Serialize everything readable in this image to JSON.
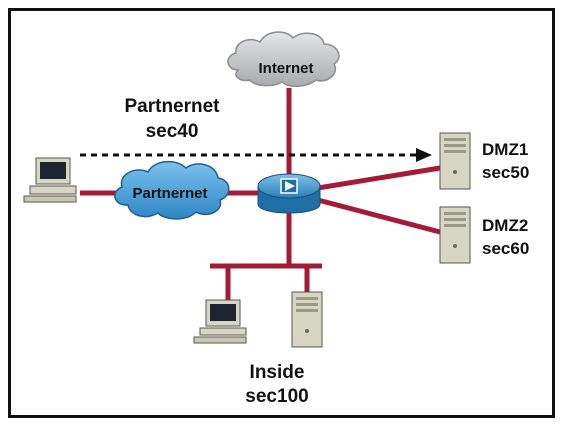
{
  "nodes": {
    "internet_cloud": {
      "label": "Internet"
    },
    "partnernet_cloud": {
      "label": "Partnernet"
    },
    "partnernet_zone": {
      "name": "Partnernet",
      "security": "sec40"
    },
    "dmz1": {
      "name": "DMZ1",
      "security": "sec50"
    },
    "dmz2": {
      "name": "DMZ2",
      "security": "sec60"
    },
    "inside": {
      "name": "Inside",
      "security": "sec100"
    }
  },
  "colors": {
    "link": "#a31b36",
    "cloud": "#c8c9cb",
    "firewall": "#2d7fb8",
    "server": "#d7d6c0",
    "text": "#111111"
  }
}
